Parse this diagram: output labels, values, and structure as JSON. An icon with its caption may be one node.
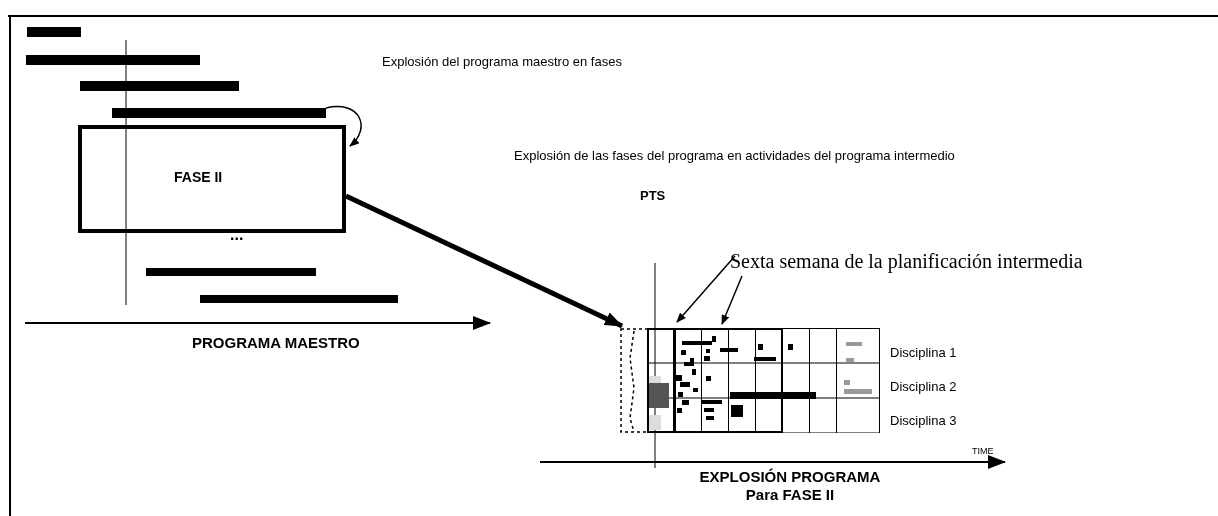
{
  "diagram": {
    "nodes": [
      {
        "text": [],
        "shape": "bar"
      },
      {
        "text": [
          "FASE II"
        ]
      },
      {
        "text": [
          "Sexta semana de la planificación intermedia"
        ]
      },
      {
        "text": [],
        "shape": "box"
      },
      {
        "text": [],
        "shape": "box",
        "in": 3
      },
      {
        "text": [],
        "shape": "box",
        "in": 3
      }
    ],
    "edges": [
      {
        "from": 0,
        "to": 1,
        "arrow": "to"
      },
      {
        "from": 1,
        "to": 3,
        "arrow": "to",
        "style": "thick"
      },
      {
        "from": 2,
        "to": 4,
        "arrow": "to"
      },
      {
        "from": 2,
        "to": 5,
        "arrow": "to"
      }
    ],
    "labels": [
      "Explosión del programa maestro en fases",
      "Explosión de las fases del programa en actividades del programa intermedio",
      "PTS",
      "...",
      "PROGRAMA MAESTRO",
      "Disciplina 1",
      "Disciplina 2",
      "Disciplina 3",
      "TIME",
      "EXPLOSIÓN PROGRAMA Para FASE II"
    ]
  }
}
